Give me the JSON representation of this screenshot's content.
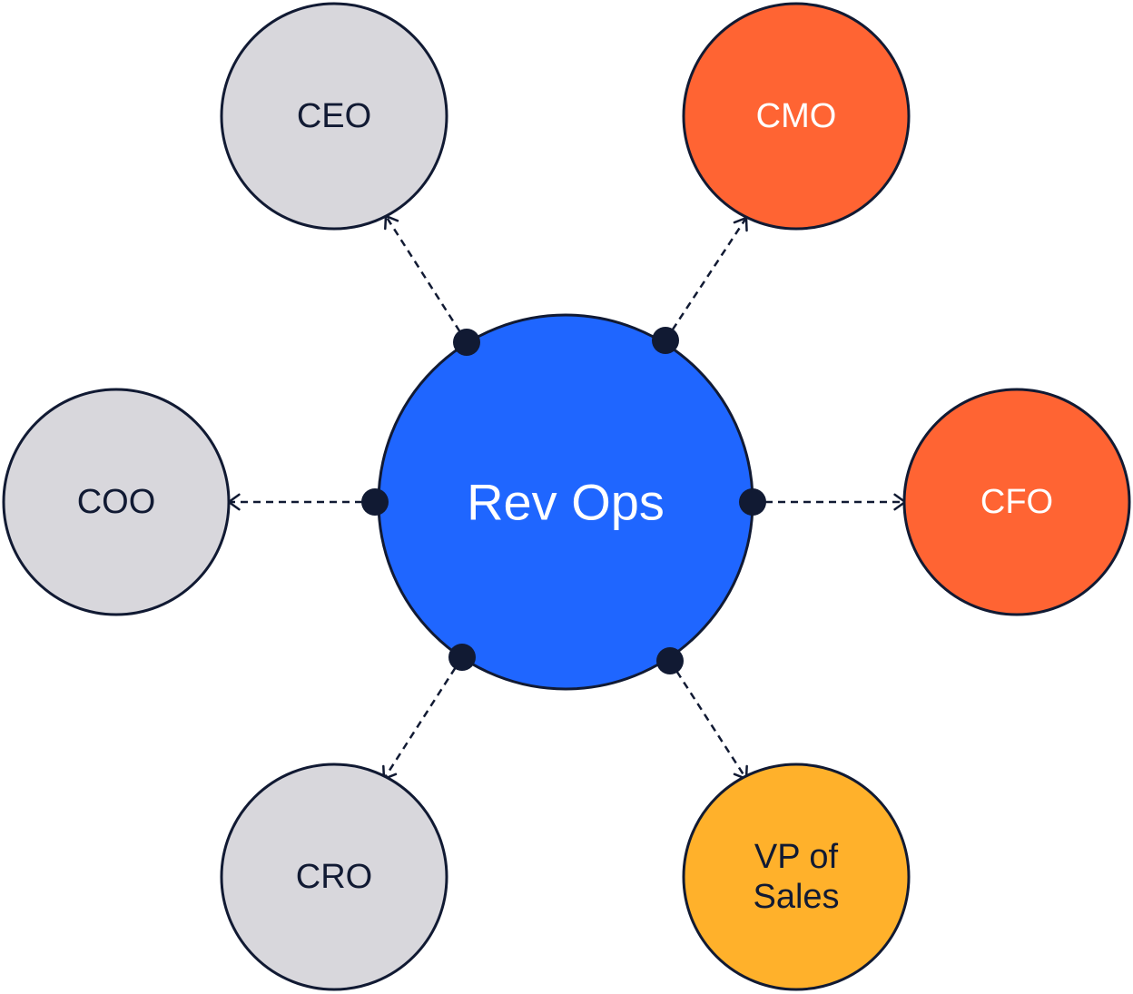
{
  "center": {
    "label": "Rev Ops",
    "fill": "#1f66ff",
    "text_color": "#ffffff"
  },
  "roles": [
    {
      "id": "ceo",
      "label_lines": [
        "CEO"
      ],
      "fill": "#d8d7dc",
      "text_color": "#111a33"
    },
    {
      "id": "cmo",
      "label_lines": [
        "CMO"
      ],
      "fill": "#ff6433",
      "text_color": "#ffffff"
    },
    {
      "id": "coo",
      "label_lines": [
        "COO"
      ],
      "fill": "#d8d7dc",
      "text_color": "#111a33"
    },
    {
      "id": "cfo",
      "label_lines": [
        "CFO"
      ],
      "fill": "#ff6433",
      "text_color": "#ffffff"
    },
    {
      "id": "cro",
      "label_lines": [
        "CRO"
      ],
      "fill": "#d8d7dc",
      "text_color": "#111a33"
    },
    {
      "id": "vp-of-sales",
      "label_lines": [
        "VP of",
        "Sales"
      ],
      "fill": "#ffb12b",
      "text_color": "#111a33"
    }
  ],
  "edge_color": "#111a33"
}
